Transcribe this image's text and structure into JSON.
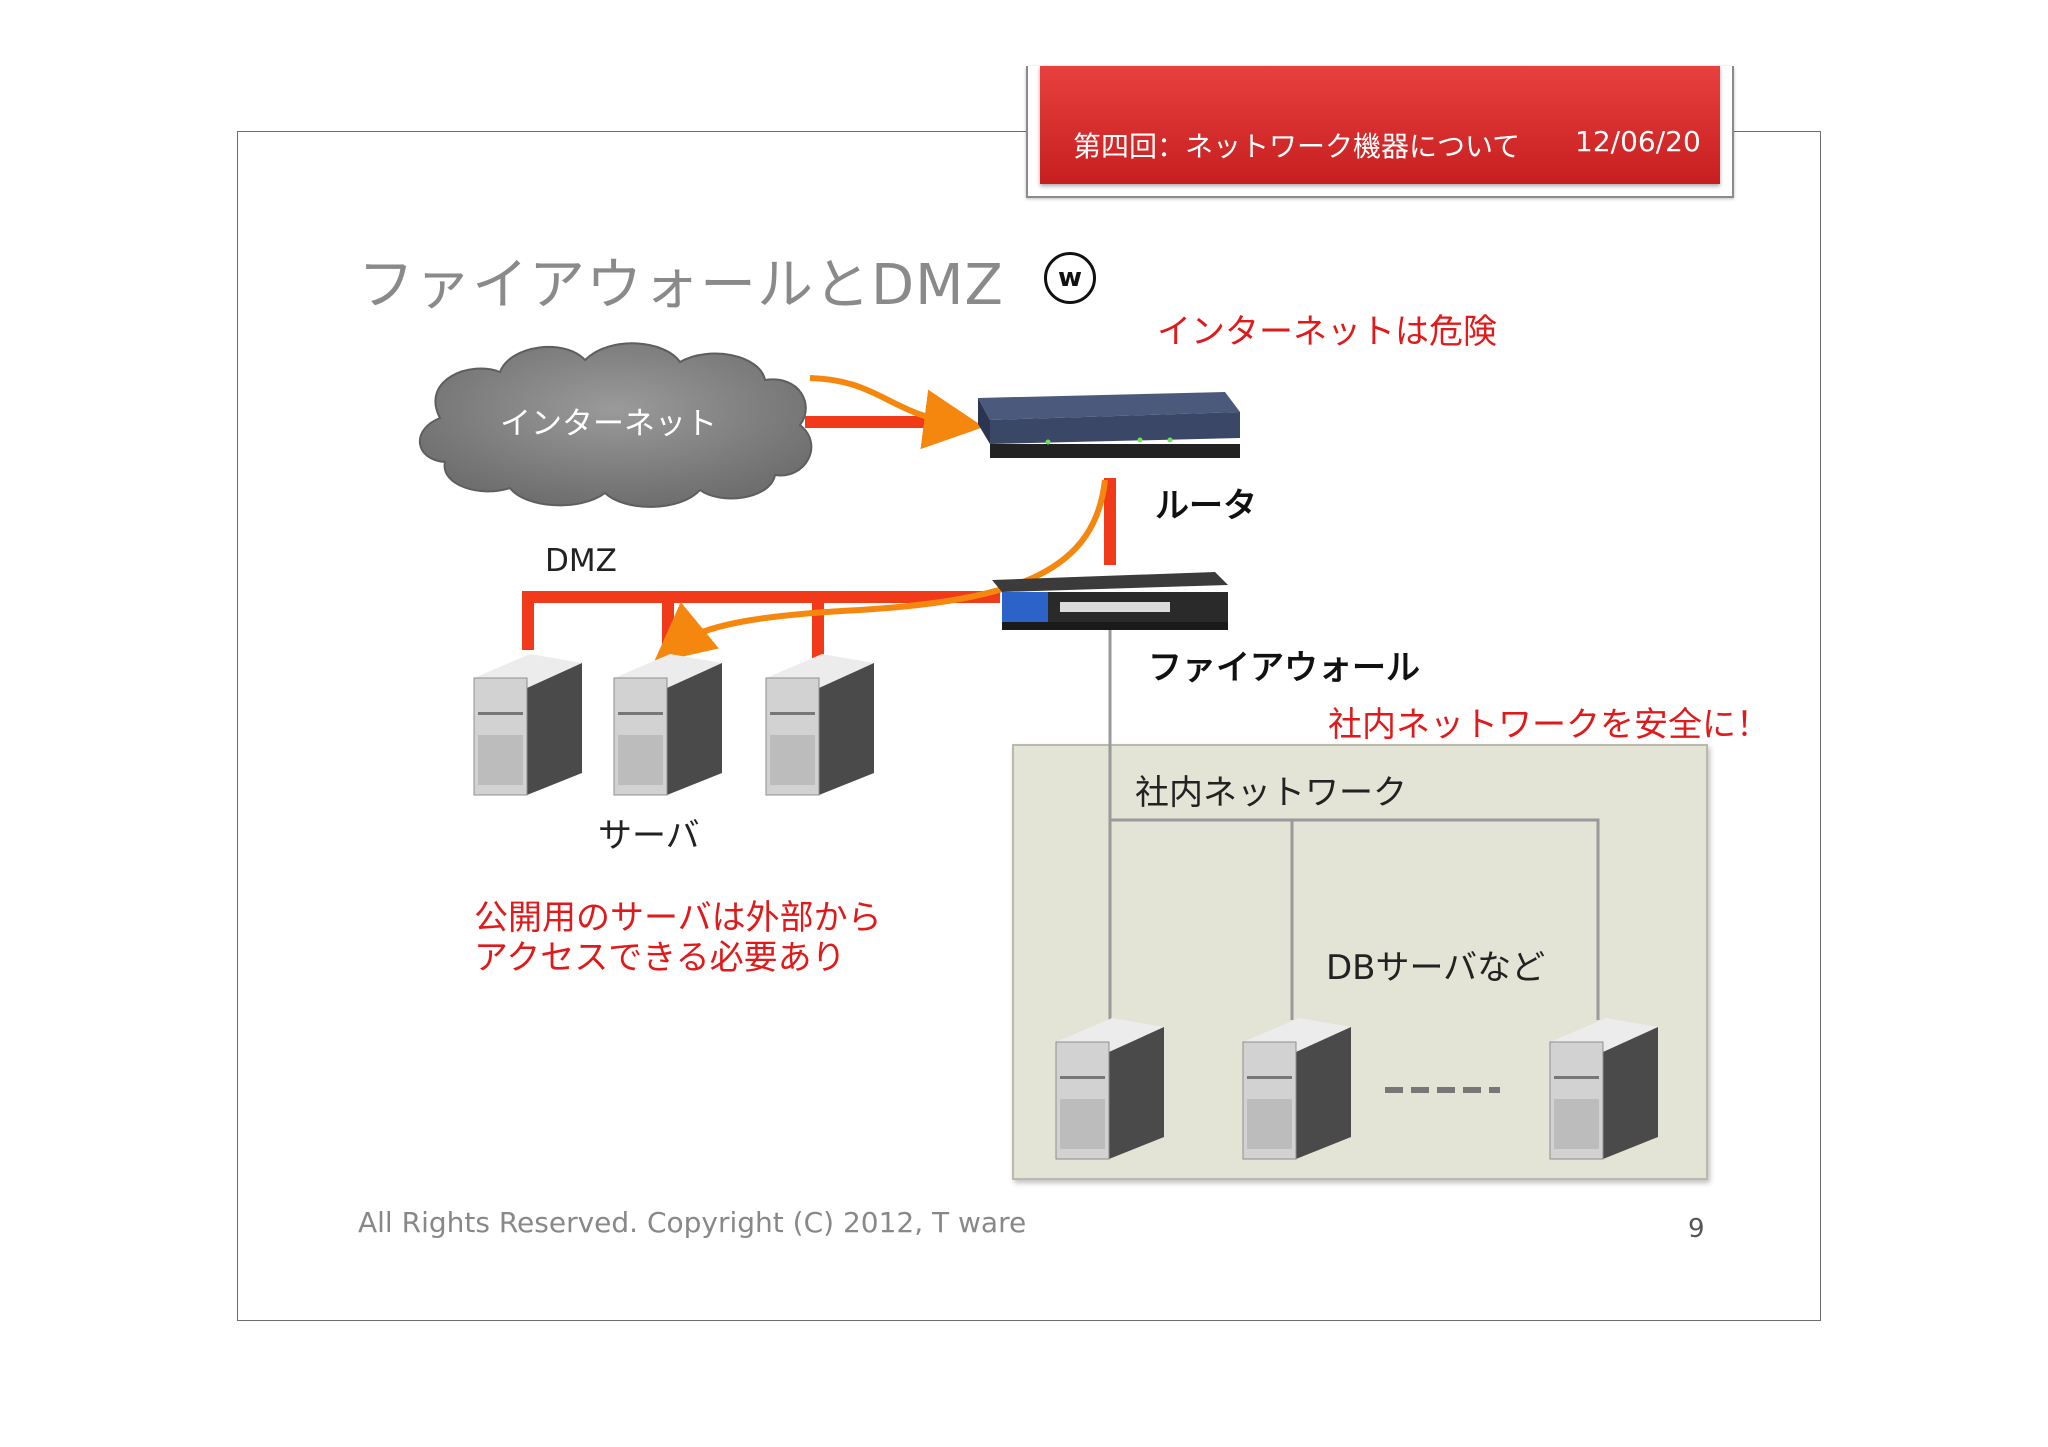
{
  "banner": {
    "title": "第四回：ネットワーク機器について",
    "date": "12/06/20"
  },
  "slide": {
    "title": "ファイアウォールとDMZ",
    "logo_letter": "w"
  },
  "labels": {
    "internet_danger": "インターネットは危険",
    "internet_cloud": "インターネット",
    "router": "ルータ",
    "dmz": "DMZ",
    "firewall": "ファイアウォール",
    "servers": "サーバ",
    "public_server_note_line1": "公開用のサーバは外部から",
    "public_server_note_line2": "アクセスできる必要あり",
    "intranet_safe": "社内ネットワークを安全に！",
    "intranet": "社内ネットワーク",
    "db_servers": "DBサーバなど"
  },
  "footer": {
    "copyright": "All Rights Reserved. Copyright (C) 2012, T ware",
    "page": "9"
  },
  "colors": {
    "accent_red": "#e01a1a",
    "link_red": "#f03a1a",
    "flow_orange": "#f5870f",
    "banner_red": "#d52b2b",
    "intranet_bg": "#e3e3d6"
  }
}
